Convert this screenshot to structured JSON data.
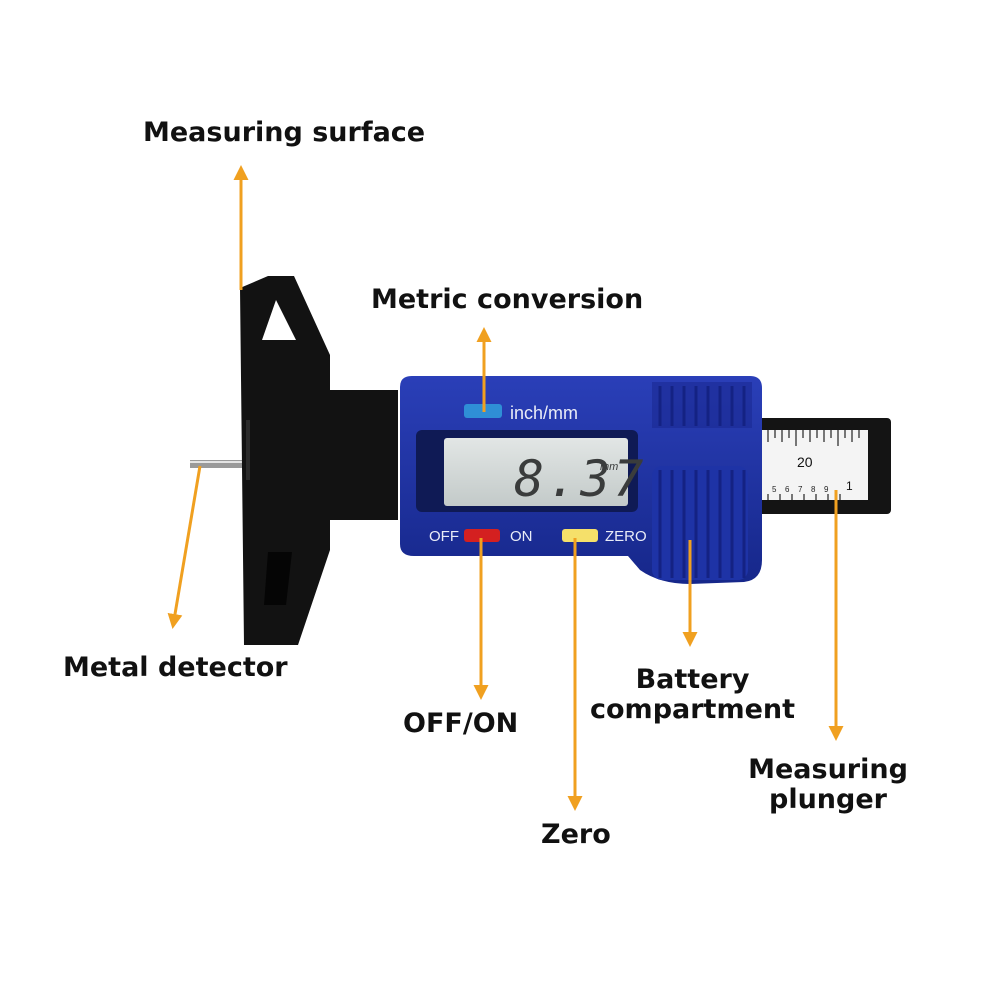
{
  "labels": {
    "measuring_surface": "Measuring surface",
    "metric_conversion": "Metric conversion",
    "metal_detector": "Metal detector",
    "off_on": "OFF/ON",
    "zero": "Zero",
    "battery_line1": "Battery",
    "battery_line2": "compartment",
    "plunger_line1": "Measuring",
    "plunger_line2": "plunger"
  },
  "device": {
    "unit_button_label": "inch/mm",
    "lcd_reading": "8.37",
    "lcd_unit": "mm",
    "off_label": "OFF",
    "on_label": "ON",
    "zero_label": "ZERO",
    "scale_major": "20",
    "scale_minor": [
      "5",
      "6",
      "7",
      "8",
      "9"
    ],
    "scale_end": "1"
  },
  "colors": {
    "arrow": "#f0a020",
    "body_blue": "#1c2f9e",
    "body_black": "#111111",
    "lcd": "#cfd6d6",
    "button_blue": "#2f8fd6",
    "button_red": "#d42020",
    "button_yellow": "#f5e06a"
  }
}
